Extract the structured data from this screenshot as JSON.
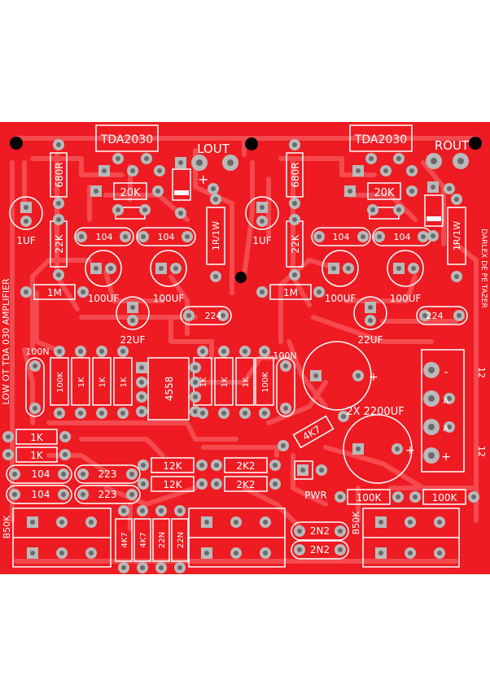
{
  "colors": {
    "board": "#ee1b22",
    "trace": "#f54a4f",
    "silk": "#ffffff",
    "hole": "#000000",
    "pad": "#b9b9b9",
    "padDark": "#6a6a6a"
  },
  "labels": {
    "ic_left": "TDA2030",
    "ic_right": "TDA2030",
    "lout": "LOUT",
    "rout": "ROUT",
    "res_680r": "680R",
    "res_20k": "20K",
    "res_22k": "22K",
    "res_1m": "1M",
    "res_1r1w": "1R/1W",
    "cap_1uf": "1UF",
    "cap_104": "104",
    "cap_100uf": "100UF",
    "cap_22uf": "22UF",
    "cap_224": "224",
    "cap_100n": "100N",
    "res_100k": "100K",
    "res_1k": "1K",
    "ic_4558": "4558",
    "filter_caps": "2X 2200UF",
    "res_4k7": "4K7",
    "cap_223": "223",
    "res_12k": "12K",
    "res_2k2": "2K2",
    "pwr": "PWR",
    "pot_b50k": "B50K",
    "cap_22n": "22N",
    "cap_2n2": "2N2",
    "side_title": "LOW OT TDA 030 AMPLIFIER",
    "side_credit": "DARLEX DE PE TAZER",
    "plus": "+",
    "minus": "-",
    "pin_12": "12",
    "pin_a": "A"
  }
}
